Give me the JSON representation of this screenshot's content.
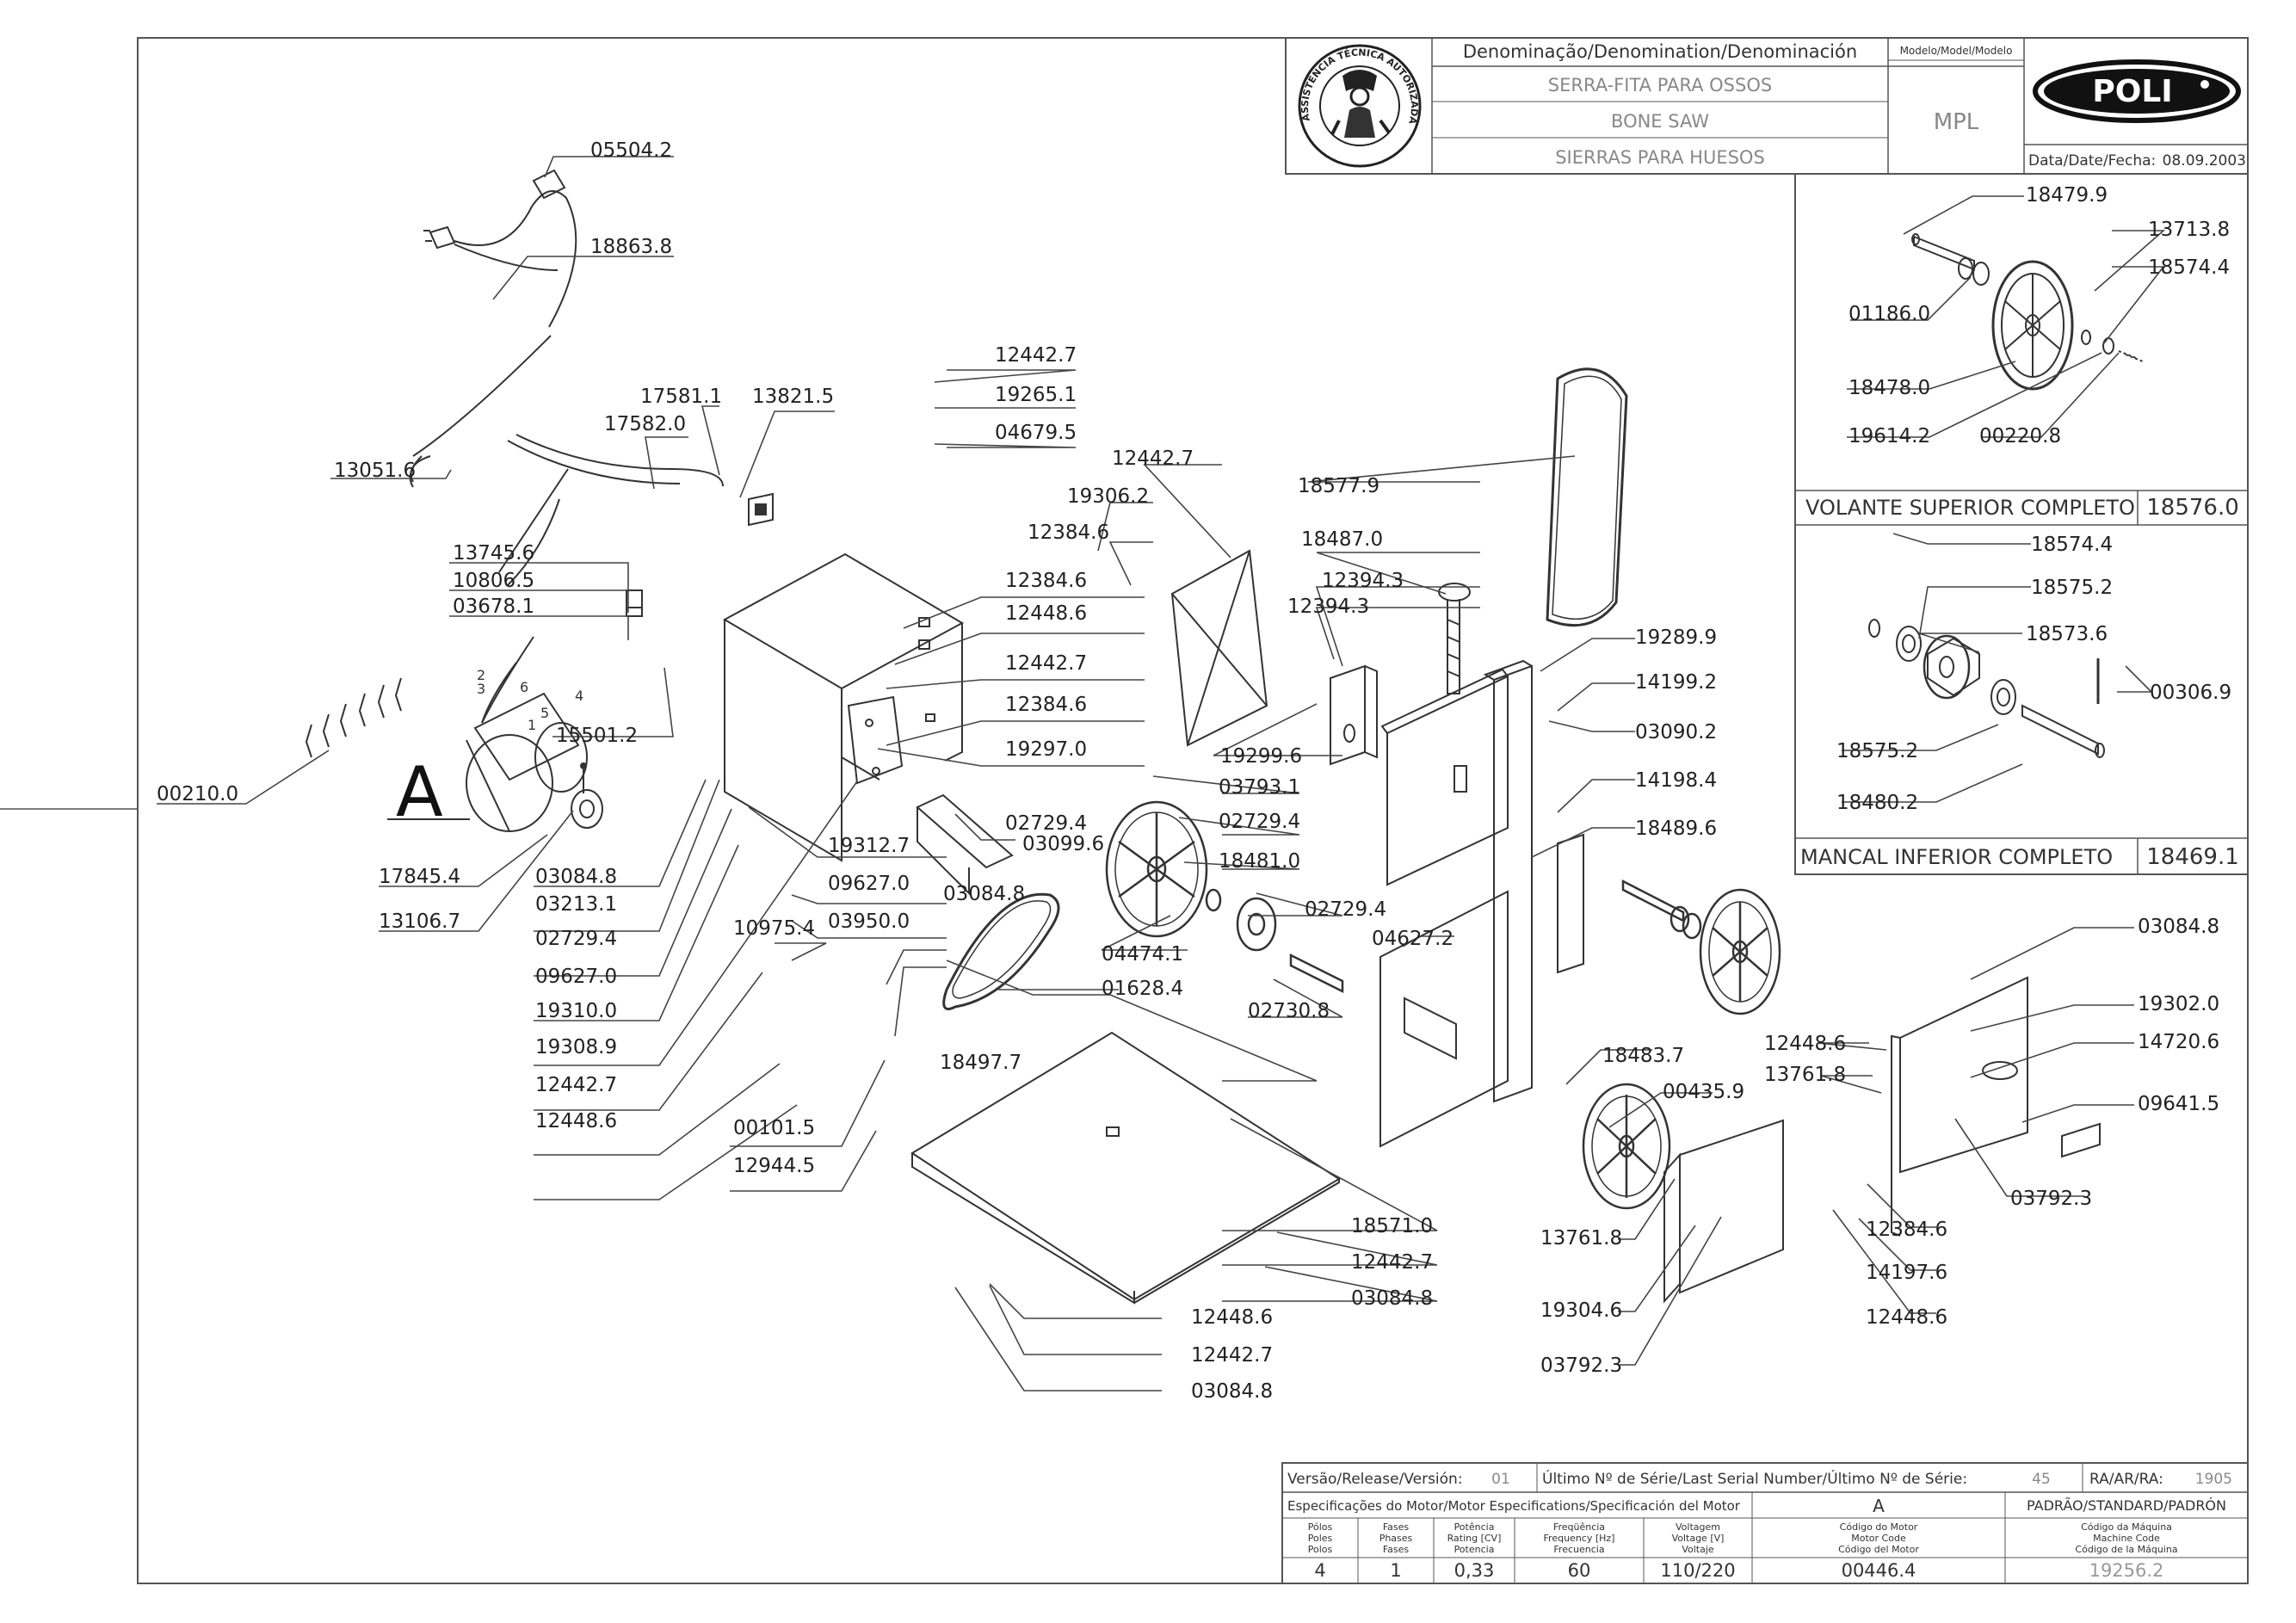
{
  "title_block": {
    "denomination_label": "Denominação/Denomination/Denominación",
    "name_pt": "SERRA-FITA PARA OSSOS",
    "name_en": "BONE SAW",
    "name_es": "SIERRAS PARA HUESOS",
    "model_label": "Modelo/Model/Modelo",
    "model": "MPL",
    "brand": "POLI",
    "date_label": "Data/Date/Fecha:",
    "date": "08.09.2003",
    "seal_text": "ASSISTÊNCIA TÉCNICA AUTORIZADA"
  },
  "inset_upper": {
    "title": "VOLANTE SUPERIOR COMPLETO",
    "code": "18576.0"
  },
  "inset_lower": {
    "title": "MANCAL INFERIOR COMPLETO",
    "code": "18469.1"
  },
  "bottom_block": {
    "version_label": "Versão/Release/Versión:",
    "version": "01",
    "serial_label": "Último Nº de Série/Last Serial Number/Último Nº de Série:",
    "serial": "45",
    "ra_label": "RA/AR/RA:",
    "ra": "1905",
    "motor_spec_label": "Especificações do Motor/Motor Especifications/Specificación del Motor",
    "motor_letter": "A",
    "standard_label": "PADRÃO/STANDARD/PADRÓN",
    "columns": [
      {
        "h1": "Pólos",
        "h2": "Poles",
        "h3": "Polos",
        "value": "4"
      },
      {
        "h1": "Fases",
        "h2": "Phases",
        "h3": "Fases",
        "value": "1"
      },
      {
        "h1": "Potência",
        "h2": "Rating [CV]",
        "h3": "Potencia",
        "value": "0,33"
      },
      {
        "h1": "Freqüência",
        "h2": "Frequency [Hz]",
        "h3": "Frecuencia",
        "value": "60"
      },
      {
        "h1": "Voltagem",
        "h2": "Voltage [V]",
        "h3": "Voltaje",
        "value": "110/220"
      },
      {
        "h1": "Código do Motor",
        "h2": "Motor Code",
        "h3": "Código del Motor",
        "value": "00446.4"
      },
      {
        "h1": "Código da Máquina",
        "h2": "Machine Code",
        "h3": "Código de la Máquina",
        "value": "19256.2"
      }
    ]
  },
  "motor_marker": "A",
  "wire_numbers": [
    "1",
    "2",
    "3",
    "4",
    "5",
    "6"
  ],
  "part_labels": [
    "05504.2",
    "18863.8",
    "13051.6",
    "17581.1",
    "17582.0",
    "13821.5",
    "13745.6",
    "10806.5",
    "03678.1",
    "15501.2",
    "00210.0",
    "17845.4",
    "13106.7",
    "03084.8",
    "03213.1",
    "02729.4",
    "09627.0",
    "19310.0",
    "19308.9",
    "12442.7",
    "12448.6",
    "00101.5",
    "12944.5",
    "10975.4",
    "12442.7",
    "19265.1",
    "04679.5",
    "12384.6",
    "12448.6",
    "12442.7",
    "12384.6",
    "19297.0",
    "19312.7",
    "02729.4",
    "03099.6",
    "09627.0",
    "03084.8",
    "03950.0",
    "01628.4",
    "12442.7",
    "19306.2",
    "12384.6",
    "03793.1",
    "02729.4",
    "18481.0",
    "02729.4",
    "04474.1",
    "02730.8",
    "18497.7",
    "18571.0",
    "12442.7",
    "03084.8",
    "12448.6",
    "12442.7",
    "03084.8",
    "18577.9",
    "18487.0",
    "12394.3",
    "12394.3",
    "19299.6",
    "19289.9",
    "14199.2",
    "03090.2",
    "14198.4",
    "18489.6",
    "04627.2",
    "18483.7",
    "00435.9",
    "13761.8",
    "19304.6",
    "03792.3",
    "12384.6",
    "14197.6",
    "12448.6",
    "12448.6",
    "13761.8",
    "03084.8",
    "19302.0",
    "14720.6",
    "09641.5",
    "03792.3",
    "18479.9",
    "13713.8",
    "18574.4",
    "01186.0",
    "18478.0",
    "19614.2",
    "00220.8",
    "18574.4",
    "18575.2",
    "18573.6",
    "00306.9",
    "18575.2",
    "18480.2"
  ]
}
